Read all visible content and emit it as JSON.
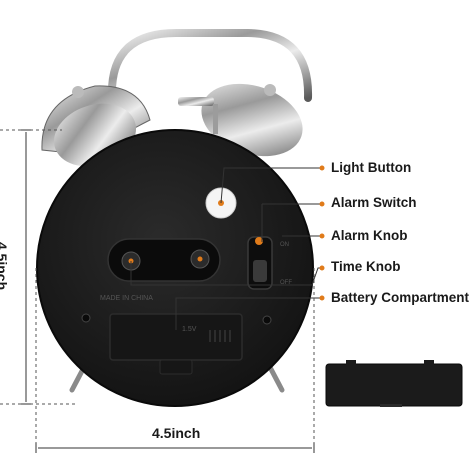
{
  "callouts": {
    "light_button": "Light Button",
    "alarm_switch": "Alarm Switch",
    "alarm_knob": "Alarm Knob",
    "time_knob": "Time Knob",
    "battery_compartment": "Battery Compartment"
  },
  "dimensions": {
    "height": "4.5inch",
    "width": "4.5inch"
  },
  "engraving": {
    "made_in": "MADE IN CHINA",
    "battery_label": "1.5V",
    "switch_on": "ON",
    "switch_off": "OFF"
  },
  "colors": {
    "body": "#1c1c1c",
    "chrome": "#c9c9c9",
    "accent_dot": "#e07b1a",
    "leader_line": "#333333"
  }
}
